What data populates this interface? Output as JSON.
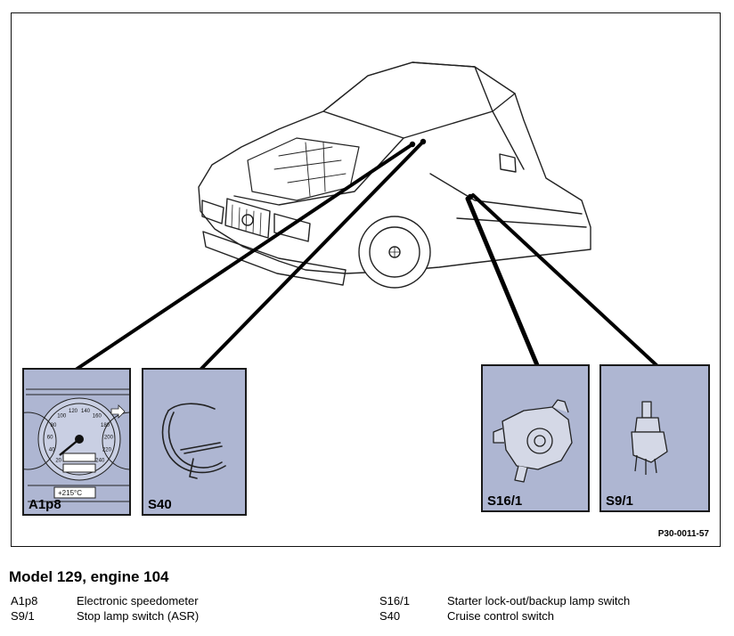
{
  "figure_code": "P30-0011-57",
  "panels": [
    {
      "label": "A1p8",
      "speedo_ticks": [
        "20",
        "40",
        "60",
        "80",
        "100",
        "120",
        "140",
        "160",
        "180",
        "200",
        "220",
        "240"
      ],
      "odometer": "+215°C"
    },
    {
      "label": "S40"
    },
    {
      "label": "S16/1"
    },
    {
      "label": "S9/1"
    }
  ],
  "caption": {
    "title": "Model 129, engine 104",
    "legend": [
      {
        "code": "A1p8",
        "text": "Electronic speedometer"
      },
      {
        "code": "S9/1",
        "text": "Stop lamp switch (ASR)"
      },
      {
        "code": "S16/1",
        "text": "Starter lock-out/backup lamp switch"
      },
      {
        "code": "S40",
        "text": "Cruise control switch"
      }
    ]
  }
}
